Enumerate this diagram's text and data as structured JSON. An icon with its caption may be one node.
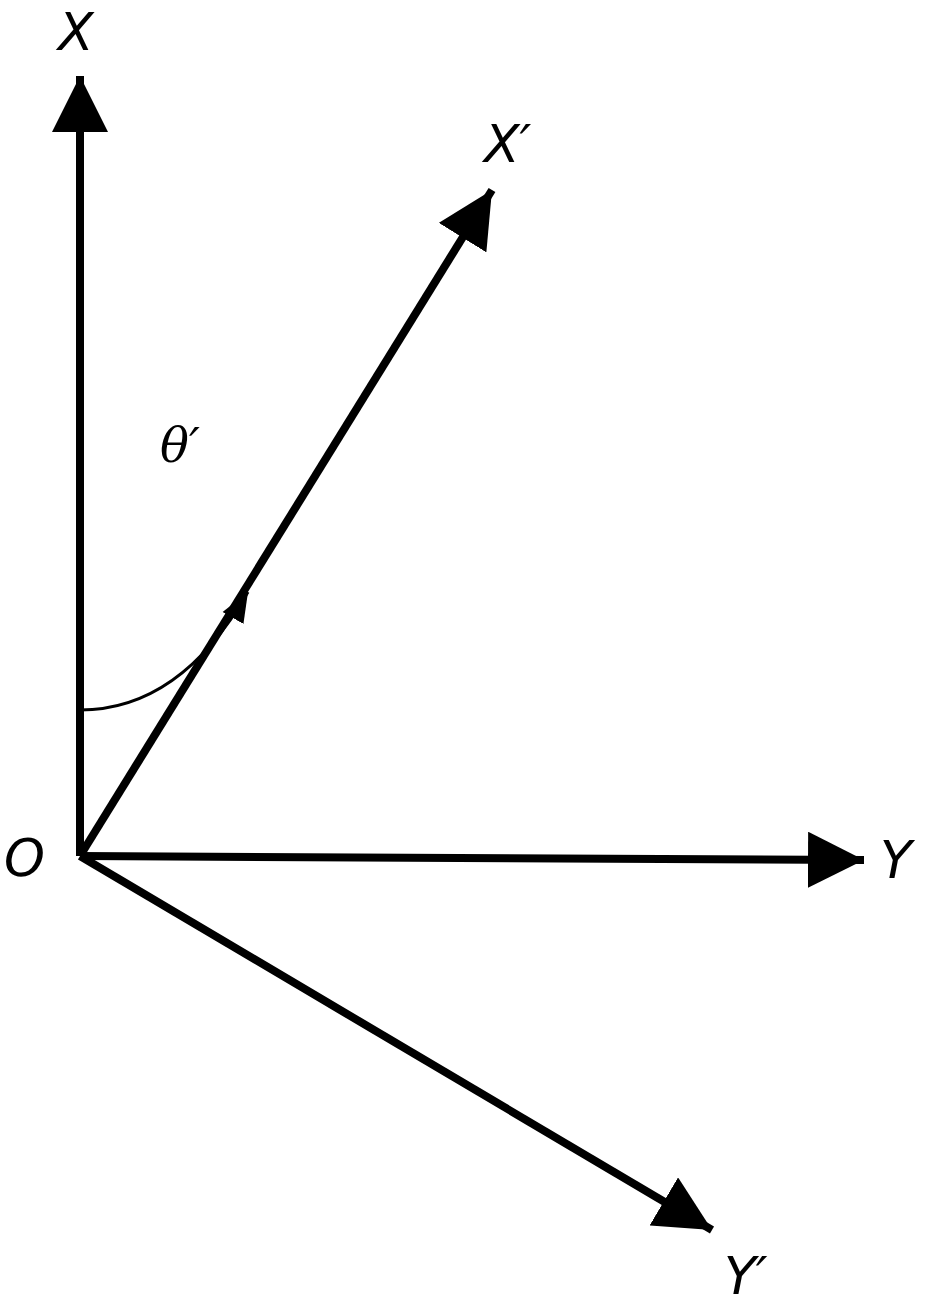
{
  "diagram": {
    "labels": [
      "X",
      "X′",
      "θ′",
      "O",
      "Y",
      "Y′"
    ]
  }
}
